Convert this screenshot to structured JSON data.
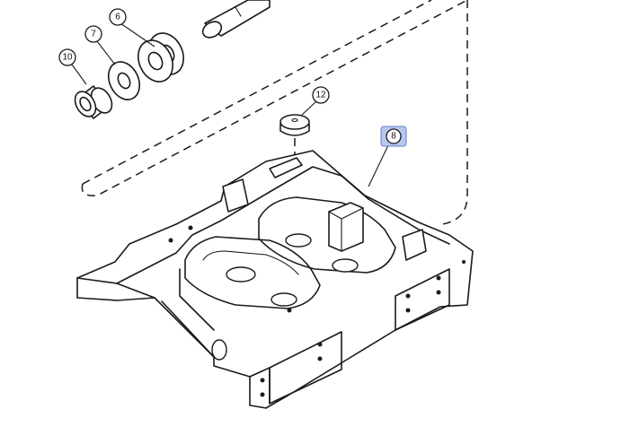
{
  "callouts": [
    {
      "id": "c6",
      "label": "6"
    },
    {
      "id": "c7",
      "label": "7"
    },
    {
      "id": "c10",
      "label": "10"
    },
    {
      "id": "c12",
      "label": "12"
    },
    {
      "id": "c8",
      "label": "8",
      "highlighted": true
    }
  ],
  "colors": {
    "ink": "#1a1a1a",
    "highlight_fill": "#b9c7f0",
    "highlight_border": "#6a7fc4",
    "background": "#ffffff"
  }
}
